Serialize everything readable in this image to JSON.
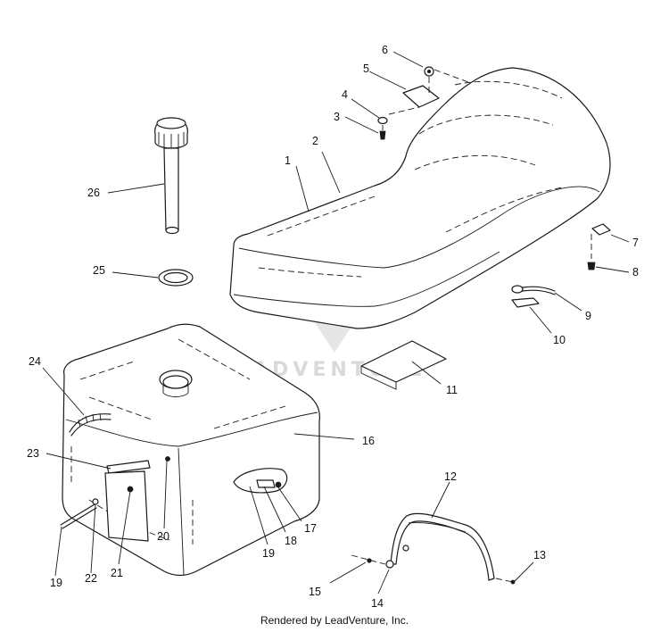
{
  "watermark": {
    "text": "LEADVENTURE"
  },
  "credit": "Rendered by LeadVenture, Inc.",
  "callouts": {
    "c1": "1",
    "c2": "2",
    "c3": "3",
    "c4": "4",
    "c5": "5",
    "c6": "6",
    "c7": "7",
    "c8": "8",
    "c9": "9",
    "c10": "10",
    "c11": "11",
    "c12": "12",
    "c13": "13",
    "c14": "14",
    "c15": "15",
    "c16": "16",
    "c17": "17",
    "c18": "18",
    "c19a": "19",
    "c19b": "19",
    "c20": "20",
    "c21": "21",
    "c22": "22",
    "c23": "23",
    "c24": "24",
    "c25": "25",
    "c26": "26"
  }
}
